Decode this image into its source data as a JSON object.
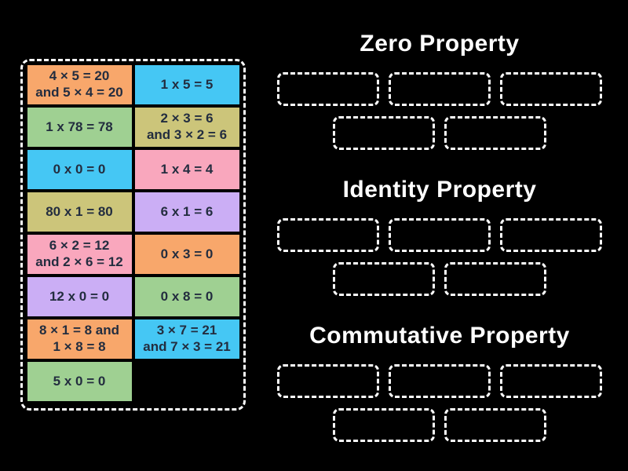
{
  "palette": {
    "orange": "#f8a76b",
    "blue": "#45c7f4",
    "green": "#9fd092",
    "olive": "#ccc57a",
    "pink": "#f9a7bd",
    "purple": "#cbaef5"
  },
  "text_color": "#232d3f",
  "background_color": "#000000",
  "pool": {
    "cards": [
      {
        "lines": [
          "4 × 5 = 20",
          "and 5 × 4 = 20"
        ],
        "color": "orange"
      },
      {
        "lines": [
          "1 x 5 = 5",
          ""
        ],
        "color": "blue"
      },
      {
        "lines": [
          "1 x 78 = 78",
          ""
        ],
        "color": "green"
      },
      {
        "lines": [
          "2 × 3 = 6",
          "and 3 × 2 = 6"
        ],
        "color": "olive"
      },
      {
        "lines": [
          "0 x 0 = 0",
          ""
        ],
        "color": "blue"
      },
      {
        "lines": [
          "1 x 4 = 4",
          ""
        ],
        "color": "pink"
      },
      {
        "lines": [
          "80 x 1 = 80",
          ""
        ],
        "color": "olive"
      },
      {
        "lines": [
          "6 x 1 = 6",
          ""
        ],
        "color": "purple"
      },
      {
        "lines": [
          "6 × 2 = 12",
          "and 2 × 6 = 12"
        ],
        "color": "pink"
      },
      {
        "lines": [
          "0 x 3 = 0",
          ""
        ],
        "color": "orange"
      },
      {
        "lines": [
          "12 x 0 = 0",
          ""
        ],
        "color": "purple"
      },
      {
        "lines": [
          "0 x 8 = 0",
          ""
        ],
        "color": "green"
      },
      {
        "lines": [
          "8 × 1 = 8 and",
          "1 × 8 = 8"
        ],
        "color": "orange"
      },
      {
        "lines": [
          "3 × 7 = 21",
          "and 7 × 3 = 21"
        ],
        "color": "blue"
      },
      {
        "lines": [
          "5 x 0 = 0",
          ""
        ],
        "color": "green"
      }
    ]
  },
  "groups": [
    {
      "title": "Zero Property",
      "slots_top_row": 3,
      "slots_bottom_row": 2
    },
    {
      "title": "Identity Property",
      "slots_top_row": 3,
      "slots_bottom_row": 2
    },
    {
      "title": "Commutative Property",
      "slots_top_row": 3,
      "slots_bottom_row": 2
    }
  ]
}
